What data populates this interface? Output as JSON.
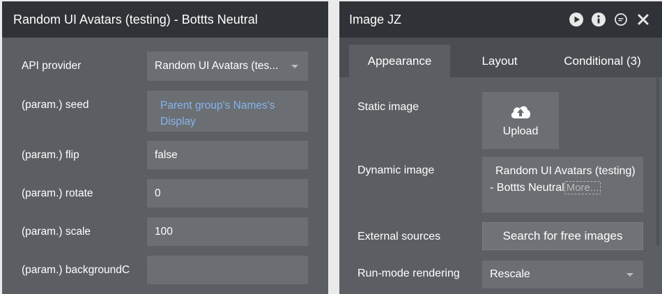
{
  "left_panel": {
    "title": "Random UI Avatars (testing) - Bottts Neutral",
    "rows": [
      {
        "label": "API provider",
        "value": "Random UI Avatars (tes..."
      },
      {
        "label": "(param.) seed",
        "value": "Parent group's Names's Display"
      },
      {
        "label": "(param.) flip",
        "value": "false"
      },
      {
        "label": "(param.) rotate",
        "value": "0"
      },
      {
        "label": "(param.) scale",
        "value": "100"
      },
      {
        "label": "(param.) backgroundC",
        "value": ""
      }
    ]
  },
  "right_panel": {
    "title": "Image JZ",
    "tabs": [
      {
        "label": "Appearance",
        "active": true
      },
      {
        "label": "Layout",
        "active": false
      },
      {
        "label": "Conditional (3)",
        "active": false
      }
    ],
    "static_image_label": "Static image",
    "upload_label": "Upload",
    "dynamic_image_label": "Dynamic image",
    "dynamic_image_value": "Random UI Avatars (testing) - Bottts Neutral",
    "more_label": "More...",
    "external_sources_label": "External sources",
    "search_button_label": "Search for free images",
    "run_mode_label": "Run-mode rendering",
    "run_mode_value": "Rescale"
  },
  "icons": {
    "play": "play-icon",
    "info": "info-icon",
    "comment": "comment-icon",
    "close": "close-icon",
    "upload": "cloud-upload-icon"
  },
  "colors": {
    "panel_bg": "#5b5f63",
    "header_bg": "#2f3337",
    "field_bg": "#6b6f73",
    "dynamic_text": "#86b4ef"
  }
}
